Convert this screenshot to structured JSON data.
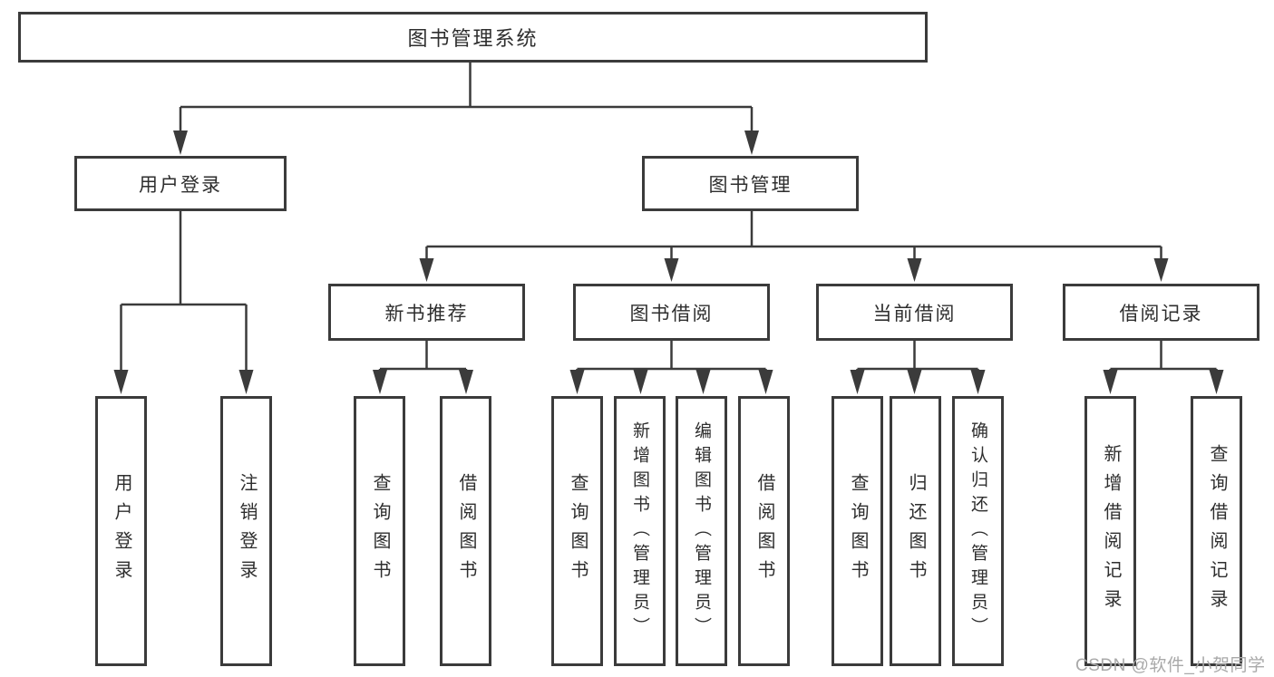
{
  "diagram": {
    "title": "图书管理系统",
    "branches": [
      {
        "label": "用户登录",
        "children": [
          "用户登录",
          "注销登录"
        ]
      },
      {
        "label": "图书管理",
        "sections": [
          {
            "label": "新书推荐",
            "children": [
              "查询图书",
              "借阅图书"
            ]
          },
          {
            "label": "图书借阅",
            "children": [
              "查询图书",
              "新增图书（管理员）",
              "编辑图书（管理员）",
              "借阅图书"
            ]
          },
          {
            "label": "当前借阅",
            "children": [
              "查询图书",
              "归还图书",
              "确认归还（管理员）"
            ]
          },
          {
            "label": "借阅记录",
            "children": [
              "新增借阅记录",
              "查询借阅记录"
            ]
          }
        ]
      }
    ]
  },
  "watermark": {
    "text": "CSDN @软件_小贺同学"
  },
  "colors": {
    "line": "#3b3b3b",
    "box_border": "#3b3b3b",
    "text": "#2e2e2e",
    "watermark_gray": "#a9a9a9",
    "background": "#ffffff"
  }
}
